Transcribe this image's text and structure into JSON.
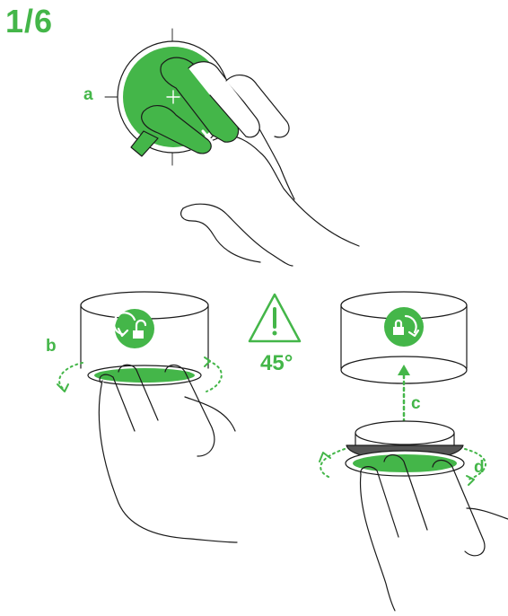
{
  "step_indicator": "1/6",
  "labels": {
    "a": "a",
    "b": "b",
    "c": "c",
    "d": "d"
  },
  "warning": {
    "angle": "45°"
  },
  "colors": {
    "green": "#44b649",
    "outline": "#1a1a1a",
    "white": "#ffffff"
  },
  "icons": {
    "unlock": "rotate-counterclockwise-open-padlock-icon",
    "lock": "closed-padlock-rotate-clockwise-icon",
    "warning": "warning-triangle-icon"
  }
}
